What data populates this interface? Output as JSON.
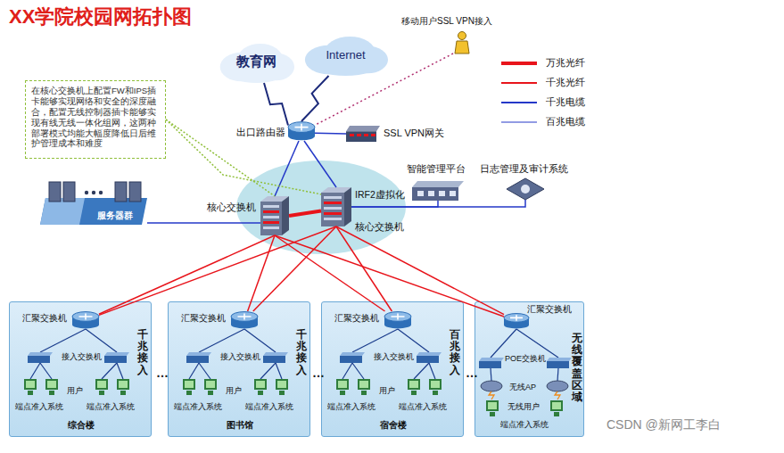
{
  "diagram": {
    "title": "XX学院校园网拓扑图",
    "nodes": [
      {
        "text": [
          "教育网"
        ]
      },
      {
        "text": [
          "Internet"
        ]
      },
      {
        "text": [
          "移动用户SSL VPN接入"
        ]
      },
      {
        "text": [
          "在核心交换机上配置FW和IPS插卡能够实现网络和安全的深度融合，配置无线控制器插卡能够实现有线无线一体化组网，这两种部署模式均能大幅度降低日后维护管理成本和难度"
        ]
      },
      {
        "text": [
          "出口路由器"
        ]
      },
      {
        "text": [
          "SSL VPN网关"
        ]
      },
      {
        "text": [
          "IRF2虚拟化"
        ]
      },
      {
        "text": [
          "核心交换机"
        ],
        "in": 6
      },
      {
        "text": [
          "核心交换机"
        ],
        "in": 6
      },
      {
        "text": [
          "服务器群"
        ]
      },
      {
        "text": [
          "智能管理平台"
        ]
      },
      {
        "text": [
          "日志管理及审计系统"
        ]
      },
      {
        "text": [
          "千兆接入",
          "接入交换机",
          "用户",
          "端点准入系统",
          "端点准入系统",
          "综合楼"
        ]
      },
      {
        "text": [
          "汇聚交换机"
        ],
        "in": 12
      },
      {
        "text": [
          "千兆接入",
          "接入交换机",
          "用户",
          "端点准入系统",
          "端点准入系统",
          "图书馆"
        ]
      },
      {
        "text": [
          "汇聚交换机"
        ],
        "in": 14
      },
      {
        "text": [
          "百兆接入",
          "接入交换机",
          "用户",
          "端点准入系统",
          "端点准入系统",
          "宿舍楼"
        ]
      },
      {
        "text": [
          "汇聚交换机"
        ],
        "in": 16
      },
      {
        "text": [
          "无线覆盖区域",
          "POE交换机",
          "无线AP",
          "无线用户",
          "端点准入系统"
        ]
      },
      {
        "text": [
          "汇聚交换机"
        ],
        "in": 18
      }
    ],
    "edges": [
      {
        "from": 0,
        "to": 4,
        "arrow": "none"
      },
      {
        "from": 1,
        "to": 4,
        "arrow": "none"
      },
      {
        "from": 2,
        "to": 4,
        "arrow": "none"
      },
      {
        "from": 4,
        "to": 5,
        "arrow": "none"
      },
      {
        "from": 4,
        "to": 7,
        "arrow": "none"
      },
      {
        "from": 4,
        "to": 8,
        "arrow": "none"
      },
      {
        "from": 7,
        "to": 8,
        "arrow": "none"
      },
      {
        "from": 7,
        "to": 9,
        "arrow": "none"
      },
      {
        "from": 8,
        "to": 10,
        "arrow": "none"
      },
      {
        "from": 8,
        "to": 11,
        "arrow": "none"
      },
      {
        "from": 7,
        "to": 13,
        "arrow": "none"
      },
      {
        "from": 7,
        "to": 15,
        "arrow": "none"
      },
      {
        "from": 7,
        "to": 17,
        "arrow": "none"
      },
      {
        "from": 7,
        "to": 19,
        "arrow": "none"
      },
      {
        "from": 8,
        "to": 13,
        "arrow": "none"
      },
      {
        "from": 8,
        "to": 15,
        "arrow": "none"
      },
      {
        "from": 8,
        "to": 17,
        "arrow": "none"
      },
      {
        "from": 8,
        "to": 19,
        "arrow": "none"
      },
      {
        "from": 3,
        "to": 7,
        "arrow": "none"
      },
      {
        "from": 3,
        "to": 8,
        "arrow": "none"
      }
    ],
    "labels": [
      "…",
      "…",
      "…",
      "CSDN @新网工李白"
    ],
    "legend": [
      {
        "text": "万兆光纤"
      },
      {
        "text": "千兆光纤"
      },
      {
        "text": "千兆电缆"
      },
      {
        "text": "百兆电缆"
      }
    ]
  }
}
